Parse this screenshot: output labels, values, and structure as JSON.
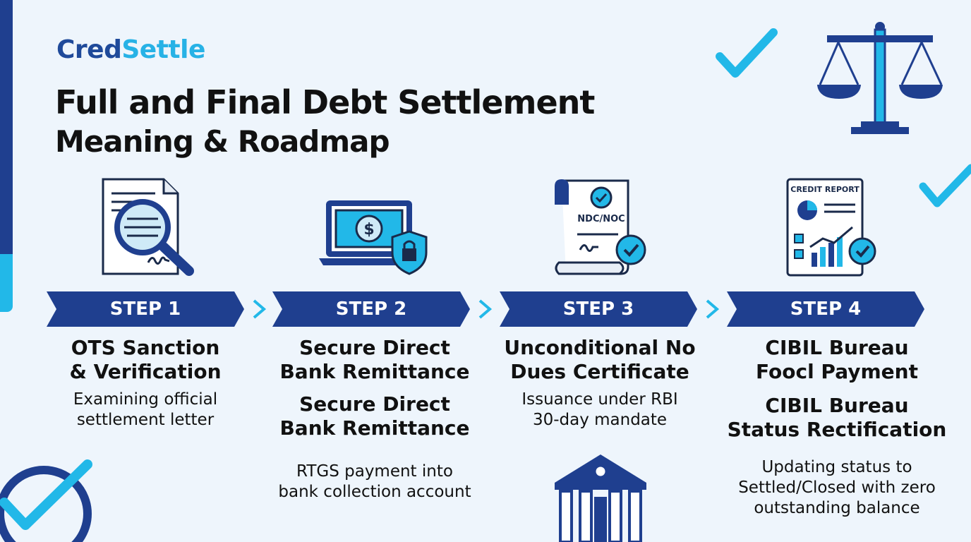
{
  "brand": {
    "part1": "Cred",
    "part2": "Settle"
  },
  "title": {
    "line1": "Full and Final Debt Settlement",
    "line2": "Meaning & Roadmap"
  },
  "icons": {
    "step1": "document-magnifier-icon",
    "step2": "laptop-payment-shield-icon",
    "step3": "certificate-scroll-icon",
    "step4": "credit-report-icon",
    "decor": [
      "scales-of-justice-icon",
      "checkmark-icon",
      "bank-building-icon"
    ]
  },
  "step3_doc_label": "NDC/NOC",
  "step4_doc_label": "CREDIT REPORT",
  "steps": [
    {
      "label": "STEP 1",
      "heading_lines": [
        "OTS Sanction",
        "& Verification"
      ],
      "desc_lines": [
        "Examining official",
        "settlement letter"
      ]
    },
    {
      "label": "STEP 2",
      "heading_lines": [
        "Secure Direct",
        "Bank Remittance"
      ],
      "heading2_lines": [
        "Secure Direct",
        "Bank Remittance"
      ],
      "desc_lines": [
        "RTGS payment into",
        "bank collection account"
      ]
    },
    {
      "label": "STEP 3",
      "heading_lines": [
        "Unconditional No",
        "Dues Certificate"
      ],
      "desc_lines": [
        "Issuance under RBI",
        "30-day mandate"
      ]
    },
    {
      "label": "STEP 4",
      "heading_lines": [
        "CIBIL Bureau",
        "Foocl Payment"
      ],
      "heading2_lines": [
        "CIBIL Bureau",
        "Status Rectification"
      ],
      "desc_lines": [
        "Updating status to",
        "Settled/Closed with zero",
        "outstanding balance"
      ]
    }
  ],
  "colors": {
    "navy": "#1f3f8f",
    "cyan": "#22b8e8",
    "background": "#eef5fc"
  }
}
